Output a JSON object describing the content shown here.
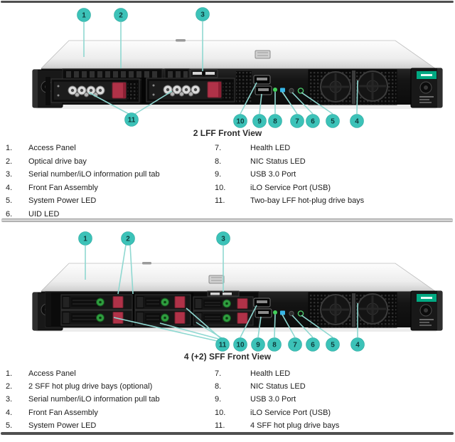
{
  "colors": {
    "callout_teal": "#3cc2b8",
    "leader_line": "#8fd8d1",
    "hpe_green": "#01a982",
    "latch_red": "#b03248",
    "drive_led_green": "#2f9e3f",
    "rule_dark": "#4f4f4f",
    "rule_light": "#d2d2d2"
  },
  "figure1": {
    "caption": "2 LFF Front View",
    "callouts": [
      "1",
      "2",
      "3",
      "4",
      "5",
      "6",
      "7",
      "8",
      "9",
      "10",
      "11"
    ],
    "legend_left": [
      {
        "num": "1.",
        "label": "Access Panel"
      },
      {
        "num": "2.",
        "label": "Optical drive bay"
      },
      {
        "num": "3.",
        "label": "Serial number/iLO information pull tab"
      },
      {
        "num": "4.",
        "label": "Front Fan Assembly"
      },
      {
        "num": "5.",
        "label": "System Power LED"
      },
      {
        "num": "6.",
        "label": "UID LED"
      }
    ],
    "legend_right": [
      {
        "num": "7.",
        "label": "Health LED"
      },
      {
        "num": "8.",
        "label": "NIC Status LED"
      },
      {
        "num": "9.",
        "label": "USB 3.0 Port"
      },
      {
        "num": "10.",
        "label": "iLO Service Port (USB)"
      },
      {
        "num": "11.",
        "label": "Two-bay LFF hot-plug drive bays"
      }
    ]
  },
  "figure2": {
    "caption": "4 (+2) SFF Front View",
    "callouts": [
      "1",
      "2",
      "3",
      "4",
      "5",
      "6",
      "7",
      "8",
      "9",
      "10",
      "11"
    ],
    "legend_left": [
      {
        "num": "1.",
        "label": "Access Panel"
      },
      {
        "num": "2.",
        "label": "2 SFF hot plug drive bays (optional)"
      },
      {
        "num": "3.",
        "label": "Serial number/iLO information pull tab"
      },
      {
        "num": "4.",
        "label": "Front Fan Assembly"
      },
      {
        "num": "5.",
        "label": "System Power LED"
      }
    ],
    "legend_right": [
      {
        "num": "7.",
        "label": "Health LED"
      },
      {
        "num": "8.",
        "label": "NIC Status LED"
      },
      {
        "num": "9.",
        "label": "USB 3.0 Port"
      },
      {
        "num": "10.",
        "label": "iLO Service Port (USB)"
      },
      {
        "num": "11.",
        "label": "4 SFF hot plug drive bays"
      }
    ]
  }
}
